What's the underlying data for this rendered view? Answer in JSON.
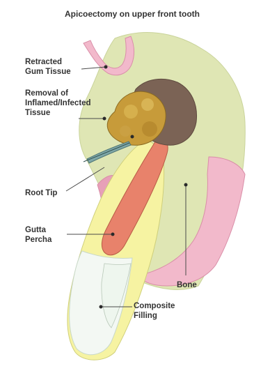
{
  "title": "Apicoectomy on upper front tooth",
  "labels": {
    "gum_line1": "Retracted",
    "gum_line2": "Gum Tissue",
    "removal_line1": "Removal of",
    "removal_line2": "Inflamed/Infected",
    "removal_line3": "Tissue",
    "root_tip": "Root Tip",
    "gutta_line1": "Gutta",
    "gutta_line2": "Percha",
    "bone": "Bone",
    "composite_line1": "Composite",
    "composite_line2": "Filling"
  },
  "colors": {
    "bone": "#dfe6b4",
    "gum": "#f2b9cb",
    "gum_dark": "#e7a0b8",
    "tooth": "#f6f3a2",
    "enamel": "#f3f8f3",
    "gutta": "#e8826b",
    "infection": "#c79b3a",
    "cavity": "#7b6355",
    "tool": "#7fa7a7"
  }
}
